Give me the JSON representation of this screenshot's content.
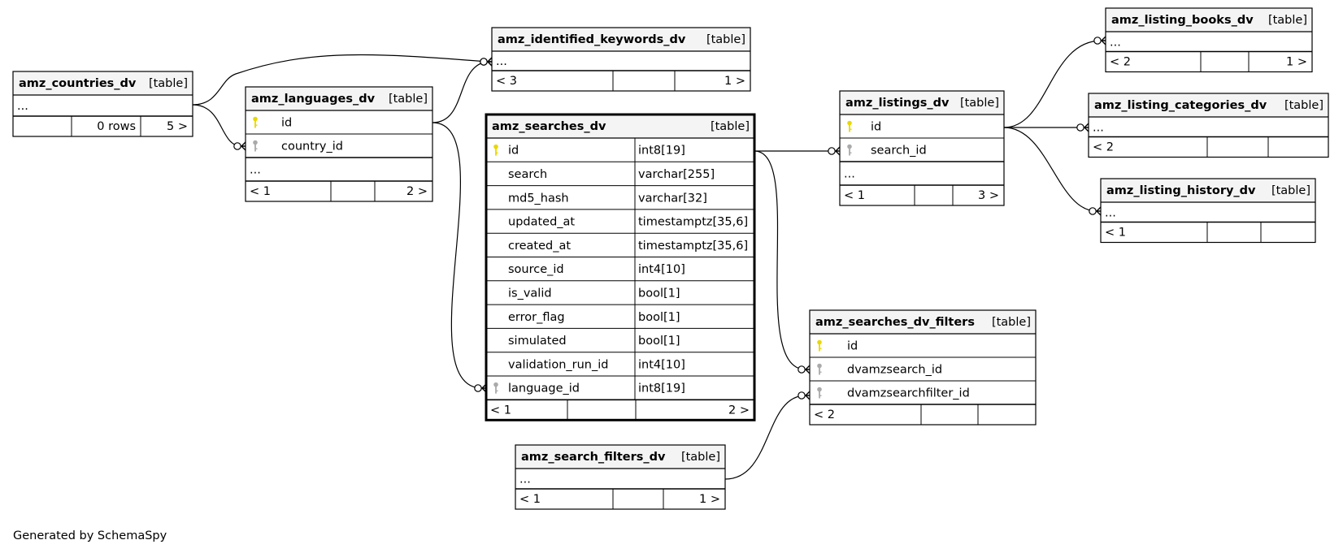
{
  "footer": "Generated by SchemaSpy",
  "tables": {
    "amz_countries_dv": {
      "name": "amz_countries_dv",
      "kind": "[table]",
      "columns": [],
      "more": "...",
      "footer": [
        "",
        "0 rows",
        "5 >"
      ]
    },
    "amz_languages_dv": {
      "name": "amz_languages_dv",
      "kind": "[table]",
      "columns": [
        {
          "name": "id",
          "type": "",
          "key": "primary-key-icon"
        },
        {
          "name": "country_id",
          "type": "",
          "key": "foreign-key-icon"
        }
      ],
      "more": "...",
      "footer": [
        "< 1",
        "",
        "2 >"
      ]
    },
    "amz_identified_keywords_dv": {
      "name": "amz_identified_keywords_dv",
      "kind": "[table]",
      "columns": [],
      "more": "...",
      "footer": [
        "< 3",
        "",
        "1 >"
      ]
    },
    "amz_searches_dv": {
      "name": "amz_searches_dv",
      "kind": "[table]",
      "columns": [
        {
          "name": "id",
          "type": "int8[19]",
          "key": "primary-key-icon"
        },
        {
          "name": "search",
          "type": "varchar[255]",
          "key": ""
        },
        {
          "name": "md5_hash",
          "type": "varchar[32]",
          "key": ""
        },
        {
          "name": "updated_at",
          "type": "timestamptz[35,6]",
          "key": ""
        },
        {
          "name": "created_at",
          "type": "timestamptz[35,6]",
          "key": ""
        },
        {
          "name": "source_id",
          "type": "int4[10]",
          "key": ""
        },
        {
          "name": "is_valid",
          "type": "bool[1]",
          "key": ""
        },
        {
          "name": "error_flag",
          "type": "bool[1]",
          "key": ""
        },
        {
          "name": "simulated",
          "type": "bool[1]",
          "key": ""
        },
        {
          "name": "validation_run_id",
          "type": "int4[10]",
          "key": ""
        },
        {
          "name": "language_id",
          "type": "int8[19]",
          "key": "foreign-key-icon"
        }
      ],
      "more": "",
      "footer": [
        "< 1",
        "",
        "2 >"
      ]
    },
    "amz_search_filters_dv": {
      "name": "amz_search_filters_dv",
      "kind": "[table]",
      "columns": [],
      "more": "...",
      "footer": [
        "< 1",
        "",
        "1 >"
      ]
    },
    "amz_listings_dv": {
      "name": "amz_listings_dv",
      "kind": "[table]",
      "columns": [
        {
          "name": "id",
          "type": "",
          "key": "primary-key-icon"
        },
        {
          "name": "search_id",
          "type": "",
          "key": "foreign-key-icon"
        }
      ],
      "more": "...",
      "footer": [
        "< 1",
        "",
        "3 >"
      ]
    },
    "amz_searches_dv_filters": {
      "name": "amz_searches_dv_filters",
      "kind": "[table]",
      "columns": [
        {
          "name": "id",
          "type": "",
          "key": "primary-key-icon"
        },
        {
          "name": "dvamzsearch_id",
          "type": "",
          "key": "foreign-key-icon"
        },
        {
          "name": "dvamzsearchfilter_id",
          "type": "",
          "key": "foreign-key-icon"
        }
      ],
      "more": "",
      "footer": [
        "< 2",
        "",
        ""
      ]
    },
    "amz_listing_books_dv": {
      "name": "amz_listing_books_dv",
      "kind": "[table]",
      "columns": [],
      "more": "...",
      "footer": [
        "< 2",
        "",
        "1 >"
      ]
    },
    "amz_listing_categories_dv": {
      "name": "amz_listing_categories_dv",
      "kind": "[table]",
      "columns": [],
      "more": "...",
      "footer": [
        "< 2",
        "",
        ""
      ]
    },
    "amz_listing_history_dv": {
      "name": "amz_listing_history_dv",
      "kind": "[table]",
      "columns": [],
      "more": "...",
      "footer": [
        "< 1",
        "",
        ""
      ]
    }
  },
  "colors": {
    "header_fill": "#f4f4f4",
    "primary_key": "#e8d800",
    "foreign_key": "#aaaaaa",
    "line": "#000000"
  }
}
